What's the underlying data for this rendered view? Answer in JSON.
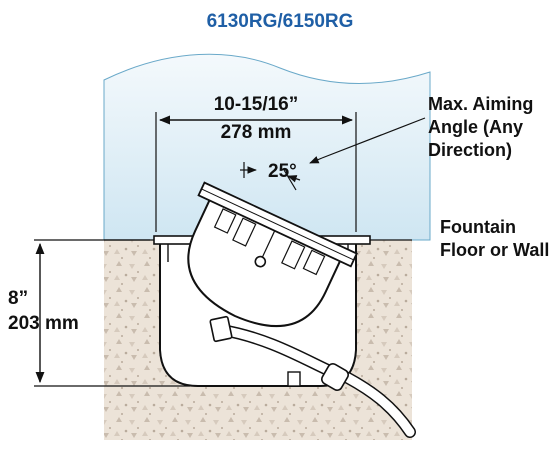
{
  "title": "6130RG/6150RG",
  "width_dim": {
    "imperial": "10-15/16”",
    "metric": "278 mm"
  },
  "aim_label": {
    "line1": "Max. Aiming",
    "line2": "Angle (Any",
    "line3": "Direction)"
  },
  "angle_label": "25°",
  "floor_label": {
    "line1": "Fountain",
    "line2": "Floor or Wall"
  },
  "depth_dim": {
    "imperial": "8”",
    "metric": "203 mm"
  },
  "colors": {
    "title": "#1f5fa6",
    "water_top": "#f4f9fc",
    "water_bottom": "#cfe6f2",
    "water_edge": "#6aa9c9",
    "concrete": "#e9e0d6",
    "fixture": "#ffffff",
    "outline": "#111111"
  }
}
